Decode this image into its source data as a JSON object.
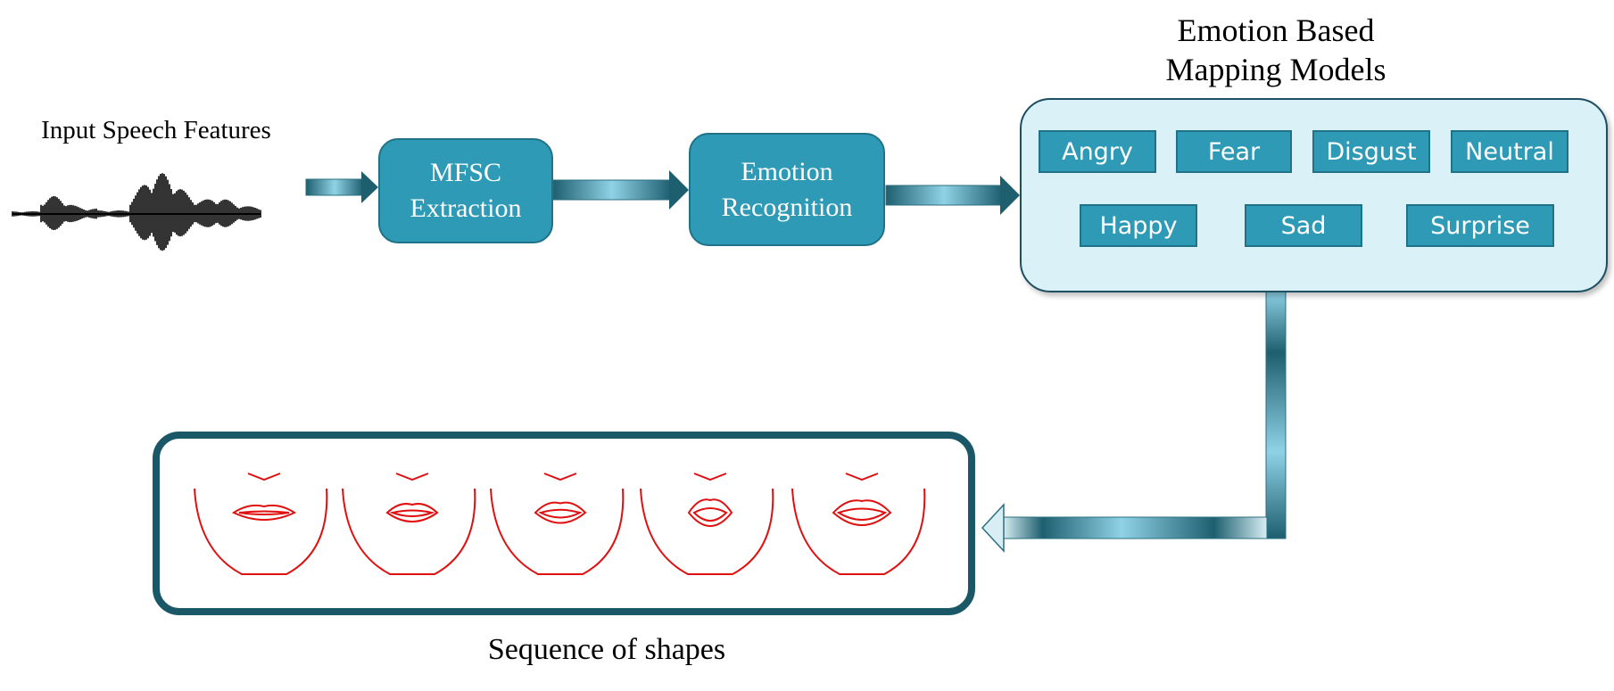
{
  "input": {
    "label": "Input Speech Features"
  },
  "process": {
    "mfsc": {
      "line1": "MFSC",
      "line2": "Extraction"
    },
    "emotion": {
      "line1": "Emotion",
      "line2": "Recognition"
    }
  },
  "models": {
    "title_line1": "Emotion Based",
    "title_line2": "Mapping Models",
    "emotions": [
      "Angry",
      "Fear",
      "Disgust",
      "Neutral",
      "Happy",
      "Sad",
      "Surprise"
    ]
  },
  "output": {
    "label": "Sequence of shapes"
  },
  "colors": {
    "box_fill": "#2e9ab6",
    "box_border": "#1f7288",
    "panel_fill": "#d9f1f7",
    "panel_border": "#1d4f63",
    "frame_border": "#1a5868",
    "arrow_dark": "#1e5f6f",
    "arrow_light": "#8fd2e6",
    "face_stroke": "#e01010"
  }
}
